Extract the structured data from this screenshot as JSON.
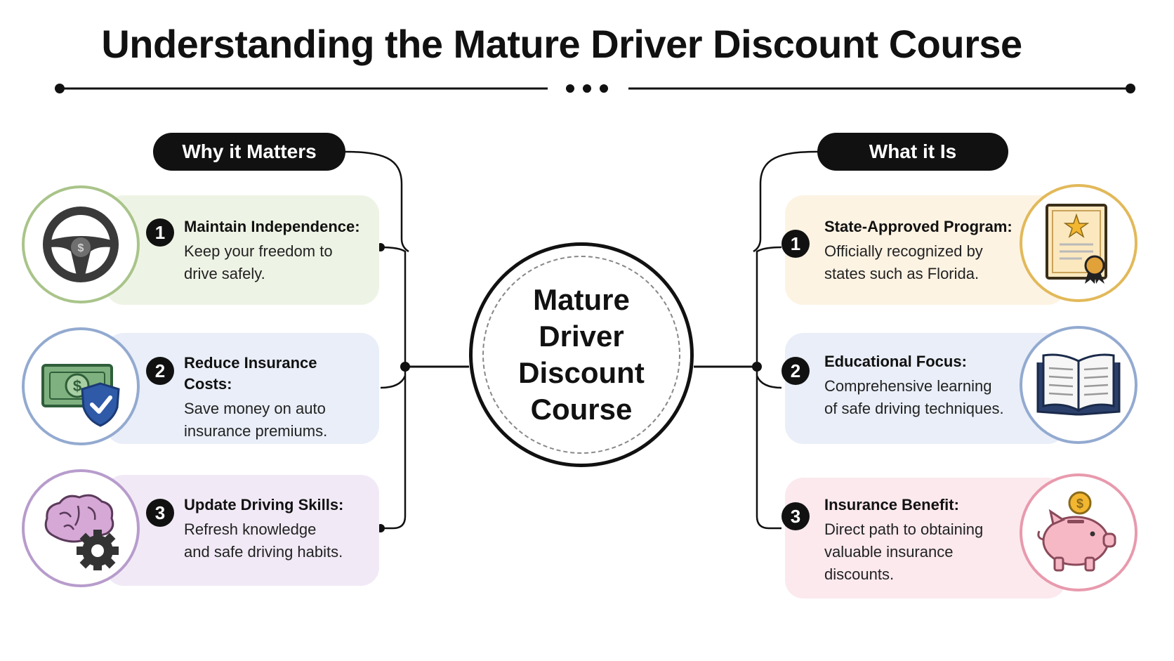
{
  "title": "Understanding the Mature Driver Discount Course",
  "center": {
    "label": "Mature\nDriver\nDiscount\nCourse"
  },
  "left": {
    "heading": "Why it Matters",
    "items": [
      {
        "number": "1",
        "title": "Maintain Independence:",
        "description": "Keep your freedom to drive safely.",
        "icon": "steering-wheel-icon",
        "color": "#eef4e5",
        "border": "#a9c48a"
      },
      {
        "number": "2",
        "title": "Reduce Insurance Costs:",
        "description": "Save money on auto insurance premiums.",
        "icon": "money-shield-icon",
        "color": "#e9eef8",
        "border": "#93aad0"
      },
      {
        "number": "3",
        "title": "Update Driving Skills:",
        "description": "Refresh knowledge and safe driving habits.",
        "icon": "brain-gear-icon",
        "color": "#f1eaf6",
        "border": "#b79ccc"
      }
    ]
  },
  "right": {
    "heading": "What it Is",
    "items": [
      {
        "number": "1",
        "title": "State-Approved Program:",
        "description": "Officially recognized by states such as Florida.",
        "icon": "certificate-icon",
        "color": "#fdf3e3",
        "border": "#e2b95a"
      },
      {
        "number": "2",
        "title": "Educational Focus:",
        "description": "Comprehensive learning of safe driving techniques.",
        "icon": "open-book-icon",
        "color": "#e9eef8",
        "border": "#93aad0"
      },
      {
        "number": "3",
        "title": "Insurance Benefit:",
        "description": "Direct path to obtaining valuable insurance discounts.",
        "icon": "piggy-bank-icon",
        "color": "#fbe9ee",
        "border": "#e89aad"
      }
    ]
  }
}
